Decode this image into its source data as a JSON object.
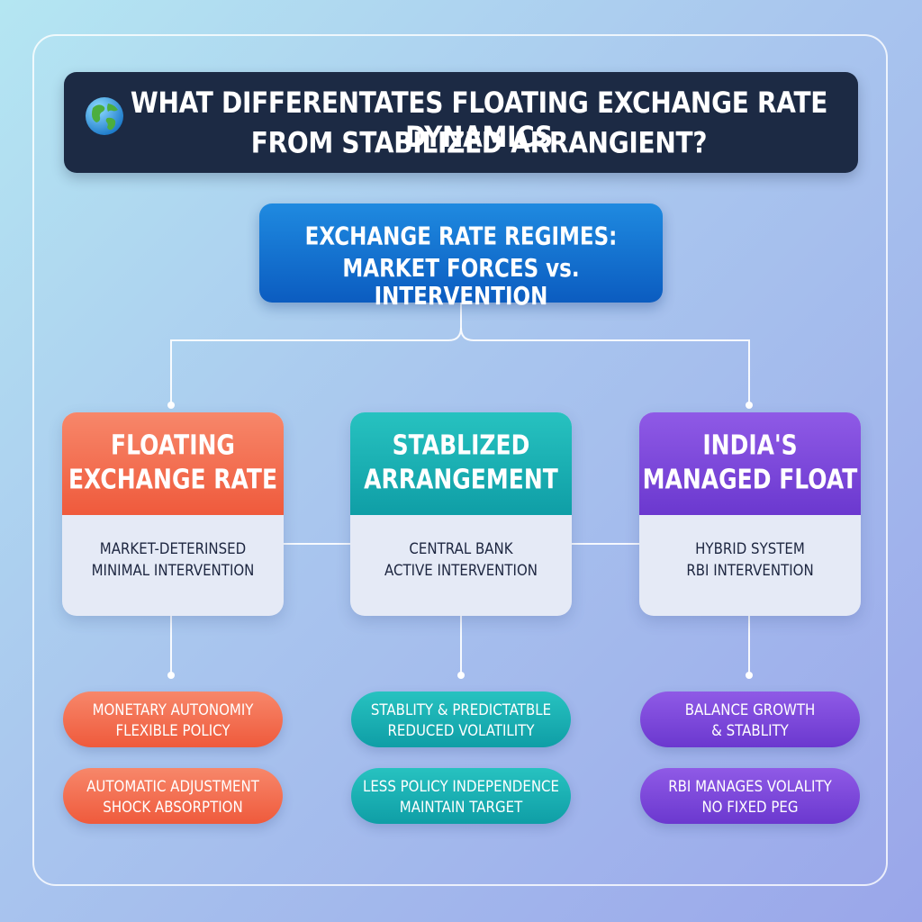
{
  "title": {
    "icon": "globe-icon",
    "line1": "WHAT DIFFERENTATES FLOATING EXCHANGE RATE DYNAMICS",
    "line2": "FROM STABILIZED ARRANGIENT?"
  },
  "root": {
    "line1": "EXCHANGE RATE REGIMES:",
    "line2": "MARKET FORCES vs. INTERVENTION",
    "color": "#0b5cc0"
  },
  "regimes": [
    {
      "heading1": "FLOATING",
      "heading2": "EXCHANGE RATE",
      "body1": "MARKET-DETERINSED",
      "body2": "MINIMAL INTERVENTION",
      "color": "#ef5a3c",
      "points": [
        {
          "line1": "MONETARY AUTONOMIY",
          "line2": "FLEXIBLE POLICY"
        },
        {
          "line1": "AUTOMATIC ADJUSTMENT",
          "line2": "SHOCK ABSORPTION"
        }
      ]
    },
    {
      "heading1": "STABLIZED",
      "heading2": "ARRANGEMENT",
      "body1": "CENTRAL BANK",
      "body2": "ACTIVE INTERVENTION",
      "color": "#0f9ea6",
      "points": [
        {
          "line1": "STABLITY & PREDICTATBLE",
          "line2": "REDUCED VOLATILITY"
        },
        {
          "line1": "LESS POLICY INDEPENDENCE",
          "line2": "MAINTAIN TARGET"
        }
      ]
    },
    {
      "heading1": "INDIA'S",
      "heading2": "MANAGED FLOAT",
      "body1": "HYBRID SYSTEM",
      "body2": "RBI INTERVENTION",
      "color": "#6b38cf",
      "points": [
        {
          "line1": "BALANCE GROWTH",
          "line2": "& STABLITY"
        },
        {
          "line1": "RBI MANAGES VOLALITY",
          "line2": "NO FIXED PEG"
        }
      ]
    }
  ]
}
